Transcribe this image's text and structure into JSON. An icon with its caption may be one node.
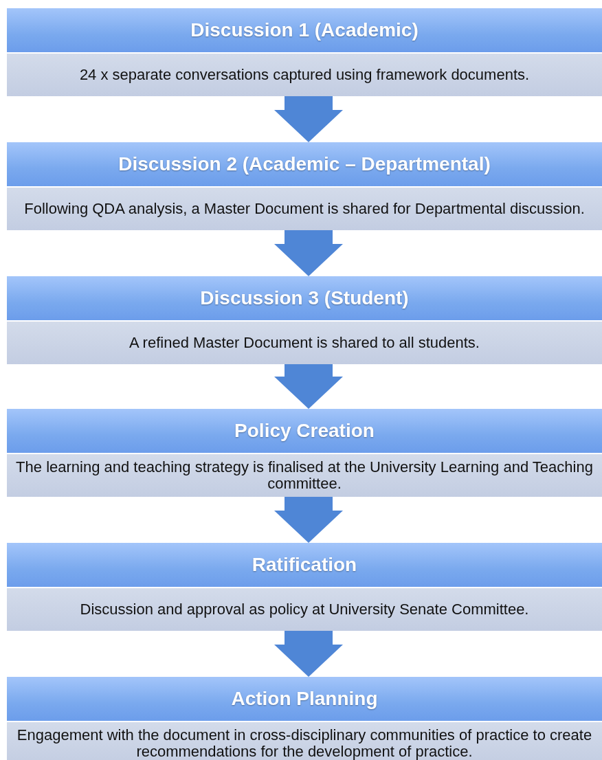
{
  "diagram": {
    "nodes": [
      {
        "text": [
          "Discussion 1 (Academic)",
          "24 x separate conversations captured using framework documents."
        ]
      },
      {
        "text": [
          "Discussion 2 (Academic – Departmental)",
          "Following QDA analysis, a Master Document is shared for Departmental discussion."
        ]
      },
      {
        "text": [
          "Discussion 3 (Student)",
          "A refined Master Document is shared to all students."
        ]
      },
      {
        "text": [
          "Policy Creation",
          "The learning and teaching strategy is finalised at the University Learning and Teaching committee."
        ]
      },
      {
        "text": [
          "Ratification",
          "Discussion and approval as policy at University Senate Committee."
        ]
      },
      {
        "text": [
          "Action Planning",
          "Engagement with the document in cross-disciplinary communities of practice to create recommendations for the development of practice."
        ]
      }
    ],
    "edges": [
      {
        "from": 0,
        "to": 1,
        "arrow": "to"
      },
      {
        "from": 1,
        "to": 2,
        "arrow": "to"
      },
      {
        "from": 2,
        "to": 3,
        "arrow": "to"
      },
      {
        "from": 3,
        "to": 4,
        "arrow": "to"
      },
      {
        "from": 4,
        "to": 5,
        "arrow": "to"
      }
    ]
  }
}
